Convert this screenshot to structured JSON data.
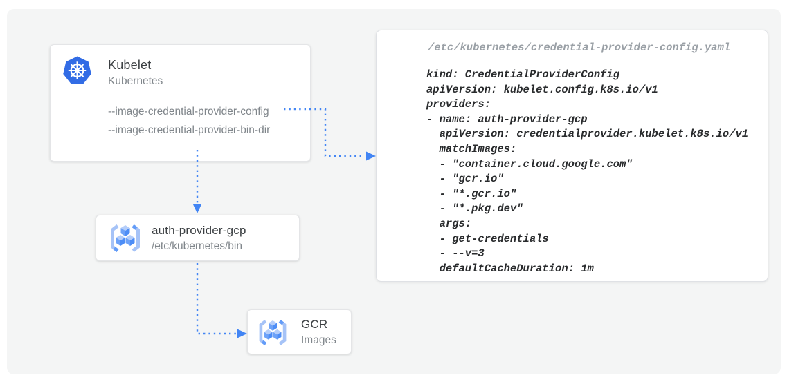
{
  "diagram": {
    "nodes": {
      "kubelet": {
        "title": "Kubelet",
        "subtitle": "Kubernetes",
        "flags": [
          "--image-credential-provider-config",
          "--image-credential-provider-bin-dir"
        ]
      },
      "auth_provider": {
        "title": "auth-provider-gcp",
        "subtitle": "/etc/kubernetes/bin"
      },
      "gcr": {
        "title": "GCR",
        "subtitle": "Images"
      }
    },
    "code_panel": {
      "filename": "/etc/kubernetes/credential-provider-config.yaml",
      "code_lines": [
        "kind: CredentialProviderConfig",
        "apiVersion: kubelet.config.k8s.io/v1",
        "providers:",
        "- name: auth-provider-gcp",
        "  apiVersion: credentialprovider.kubelet.k8s.io/v1",
        "  matchImages:",
        "  - \"container.cloud.google.com\"",
        "  - \"gcr.io\"",
        "  - \"*.gcr.io\"",
        "  - \"*.pkg.dev\"",
        "  args:",
        "  - get-credentials",
        "  - --v=3",
        "  defaultCacheDuration: 1m"
      ]
    },
    "icons": {
      "kubernetes": "kubernetes-helm-icon",
      "auth_provider": "container-registry-icon",
      "gcr": "container-registry-icon"
    },
    "colors": {
      "accent_blue": "#4285f4",
      "kubernetes_blue": "#326ce5",
      "canvas_background": "#f4f5f5",
      "title_text": "#3c4043",
      "muted_text": "#80868b",
      "code_text": "#292b2d",
      "filename_text": "#9aa0a6"
    }
  }
}
